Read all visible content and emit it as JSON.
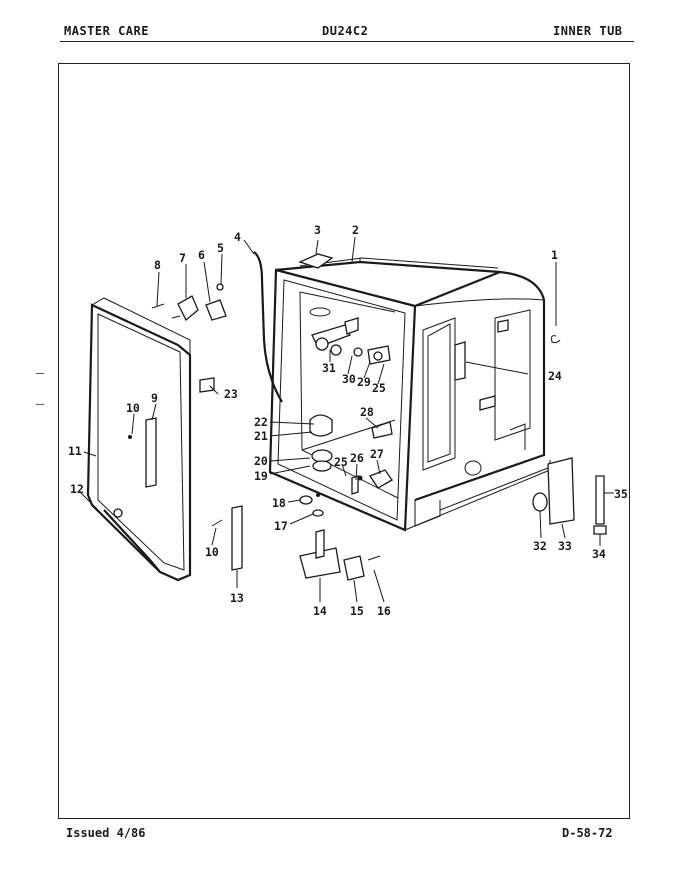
{
  "header": {
    "left": "MASTER CARE",
    "center": "DU24C2",
    "right": "INNER TUB"
  },
  "footer": {
    "left": "Issued 4/86",
    "right": "D-58-72"
  },
  "callouts": {
    "c1": "1",
    "c2": "2",
    "c3": "3",
    "c4": "4",
    "c5": "5",
    "c6": "6",
    "c7": "7",
    "c8": "8",
    "c9": "9",
    "c10a": "10",
    "c10b": "10",
    "c11": "11",
    "c12": "12",
    "c13": "13",
    "c14": "14",
    "c15": "15",
    "c16": "16",
    "c17": "17",
    "c18": "18",
    "c19": "19",
    "c20": "20",
    "c21": "21",
    "c22": "22",
    "c23": "23",
    "c24": "24",
    "c25a": "25",
    "c25b": "25",
    "c26": "26",
    "c27": "27",
    "c28": "28",
    "c29": "29",
    "c30": "30",
    "c31": "31",
    "c32": "32",
    "c33": "33",
    "c34": "34",
    "c35": "35"
  }
}
